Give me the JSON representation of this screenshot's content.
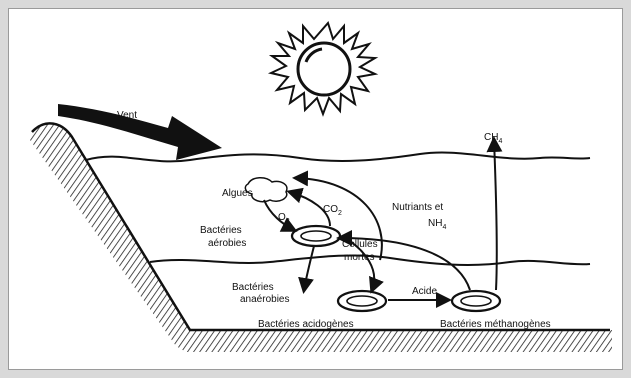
{
  "labels": {
    "vent": "Vent",
    "ch4": "CH",
    "ch4_sub": "4",
    "algues": "Algues",
    "o2": "O",
    "o2_sub": "2",
    "co2": "CO",
    "co2_sub": "2",
    "bacteries_aerobies_1": "Bactéries",
    "bacteries_aerobies_2": "aérobies",
    "cellules_mortes_1": "Cellules",
    "cellules_mortes_2": "mortes",
    "nutriments_1": "Nutriants et",
    "nutriments_2": "NH",
    "nutriments_sub": "4",
    "bacteries_anaerobies_1": "Bactéries",
    "bacteries_anaerobies_2": "anaérobies",
    "acide": "Acide",
    "bacteries_acidogenes": "Bactéries acidogènes",
    "bacteries_methanogenes": "Bactéries méthanogènes"
  },
  "colors": {
    "frame": "#d9d9d9",
    "panel": "#ffffff",
    "ink": "#111111"
  }
}
